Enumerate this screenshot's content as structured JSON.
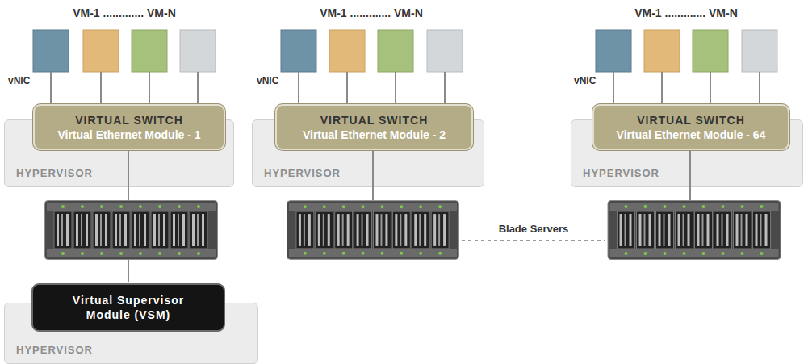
{
  "diagram": {
    "nodes": [
      {
        "text": [
          "HYPERVISOR"
        ]
      },
      {
        "text": [
          "VIRTUAL SWITCH",
          "Virtual Ethernet Module - 1"
        ],
        "in": 0
      },
      {
        "text": [
          "HYPERVISOR"
        ]
      },
      {
        "text": [
          "VIRTUAL SWITCH",
          "Virtual Ethernet Module - 2"
        ],
        "in": 2
      },
      {
        "text": [
          "HYPERVISOR"
        ]
      },
      {
        "text": [
          "VIRTUAL SWITCH",
          "Virtual Ethernet Module - 64"
        ],
        "in": 4
      },
      {
        "text": [
          "HYPERVISOR"
        ]
      },
      {
        "text": [
          "Virtual Supervisor Module (VSM)"
        ],
        "in": 6
      }
    ],
    "labels": [
      "VM-1 ............. VM-N",
      "VM-1 ............. VM-N",
      "VM-1 ............. VM-N",
      "vNIC",
      "vNIC",
      "vNIC",
      "Blade Servers"
    ]
  }
}
